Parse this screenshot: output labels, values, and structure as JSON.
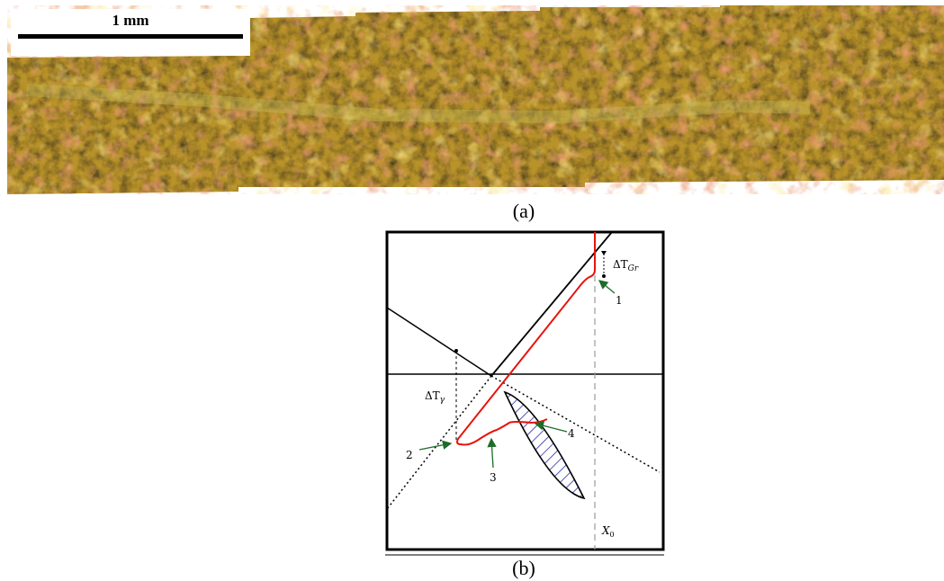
{
  "panel_a": {
    "scale_bar_label": "1 mm",
    "caption": "(a)"
  },
  "panel_b": {
    "caption": "(b)",
    "labels": {
      "delta_t_gr": "ΔT",
      "delta_t_gr_sub": "Gr",
      "delta_t_gamma": "ΔT",
      "delta_t_gamma_sub": "γ",
      "x0": "X",
      "x0_sub": "0",
      "point_1": "1",
      "point_2": "2",
      "point_3": "3",
      "point_4": "4"
    },
    "colors": {
      "growth_path": "#e8120c",
      "arrows": "#1e6b2a",
      "hatch": "#2a2aa8",
      "lines": "#000000"
    }
  }
}
